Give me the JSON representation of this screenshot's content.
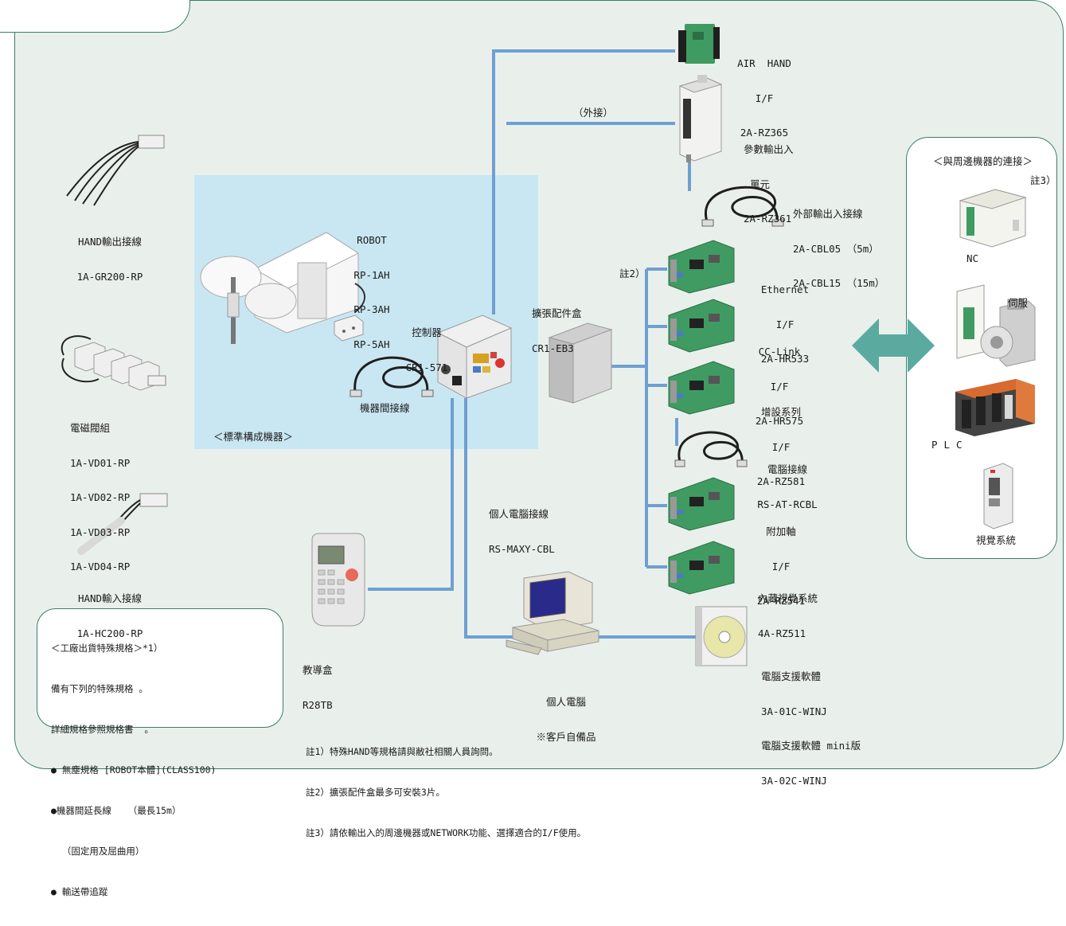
{
  "air_hand": {
    "lines": [
      "AIR  HAND",
      "I/F",
      "2A-RZ365"
    ]
  },
  "external_connection": "（外接）",
  "param_io_unit": {
    "lines": [
      "參數輸出入",
      "單元",
      "2A-RZ361"
    ]
  },
  "ext_io_cable": {
    "lines": [
      "外部輸出入接線",
      "2A-CBL05 （5m）",
      "2A-CBL15 （15m）"
    ]
  },
  "robot": {
    "lines": [
      "ROBOT",
      "RP-1AH",
      "RP-3AH",
      "RP-5AH"
    ]
  },
  "controller": {
    "lines": [
      "控制器",
      "CR1-571"
    ]
  },
  "expansion_box": {
    "lines": [
      "擴張配件盒",
      "CR1-EB3"
    ]
  },
  "note2_mark": "註2）",
  "ethernet": {
    "lines": [
      "Ethernet",
      "I/F",
      "2A-HR533"
    ]
  },
  "cclink": {
    "lines": [
      "CC-Link",
      "I/F",
      "2A-HR575"
    ]
  },
  "serial": {
    "lines": [
      "增設系列",
      "I/F",
      "2A-RZ581"
    ]
  },
  "pc_cable": {
    "lines": [
      "電腦接線",
      "RS-AT-RCBL"
    ]
  },
  "addaxis": {
    "lines": [
      "附加軸",
      "I/F",
      "2A-RZ541"
    ]
  },
  "vision_if": {
    "lines": [
      "內藏視覺系統",
      "4A-RZ511"
    ]
  },
  "software": {
    "lines": [
      "電腦支援軟體",
      "3A-01C-WINJ",
      "電腦支援軟體 mini版",
      "3A-02C-WINJ"
    ]
  },
  "personal_pc": {
    "lines": [
      "個人電腦",
      "※客戶自備品"
    ]
  },
  "pc_link_cable": {
    "lines": [
      "個人電腦接線",
      "RS-MAXY-CBL"
    ]
  },
  "teach_box": {
    "lines": [
      "教導盒",
      "R28TB"
    ]
  },
  "interconnect_cable": "機器間接線",
  "standard_equipment": "＜標準構成機器＞",
  "hand_output": {
    "lines": [
      "HAND輸出接線",
      "1A-GR200-RP"
    ]
  },
  "solenoid": {
    "lines": [
      "電磁閥組",
      "1A-VD01-RP",
      "1A-VD02-RP",
      "1A-VD03-RP",
      "1A-VD04-RP"
    ]
  },
  "hand_input": {
    "lines": [
      "HAND輸入接線",
      "1A-HC200-RP"
    ]
  },
  "special_specs": {
    "lines": [
      "＜工廠出貨特殊規格＞*1）",
      "備有下列的特殊規格 。",
      "詳細規格參照規格書  。",
      "● 無塵規格 [ROBOT本體](CLASS100)",
      "●機器間延長線   （最長15m）",
      "  （固定用及屈曲用）",
      "● 輸送帶追蹤"
    ]
  },
  "peripheral": {
    "title": "＜與周邊機器的連接＞",
    "note": "註3）",
    "nc": "NC",
    "servo": "伺服",
    "plc": "PLC",
    "vision": "視覺系統"
  },
  "footnotes": [
    "註1）特殊HAND等規格請與敝社相關人員詢問。",
    "註2）擴張配件盒最多可安裝3片。",
    "註3）請依輸出入的周邊機器或NETWORK功能、選擇適合的I/F使用。"
  ],
  "colors": {
    "wire": "#6f9fd2",
    "frame": "#3a7d6c",
    "panel_bg": "#e9f0ec",
    "standard_bg": "#c9e7f2",
    "arrow": "#5aaaa0",
    "board": "#3f9b62"
  }
}
